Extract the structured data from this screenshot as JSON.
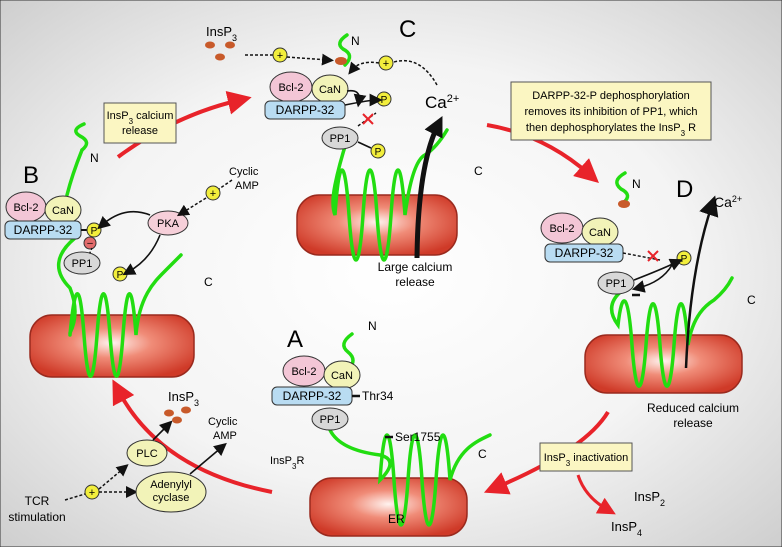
{
  "panels": {
    "a": "A",
    "b": "B",
    "c": "C",
    "d": "D"
  },
  "molecules": {
    "bcl2": "Bcl-2",
    "can": "CaN",
    "darpp32": "DARPP-32",
    "pp1": "PP1",
    "p": "P",
    "plus": "+",
    "minus": "–",
    "pka": "PKA",
    "plc": "PLC",
    "adenylyl_line1": "Adenylyl",
    "adenylyl_line2": "cyclase"
  },
  "labels": {
    "n": "N",
    "c": "C",
    "thr34": "Thr34",
    "ser1755": "Ser1755",
    "insp3r_prefix": "InsP",
    "insp3r_sub": "3",
    "insp3r_suffix": "R",
    "er": "ER",
    "insp3_prefix": "InsP",
    "insp3_sub": "3",
    "cyclic_amp_line1": "Cyclic",
    "cyclic_amp_line2": "AMP",
    "ca_base": "Ca",
    "ca_sup": "2+",
    "tcr_line1": "TCR",
    "tcr_line2": "stimulation",
    "large_release_line1": "Large calcium",
    "large_release_line2": "release",
    "reduced_release_line1": "Reduced calcium",
    "reduced_release_line2": "release",
    "insp2_prefix": "InsP",
    "insp2_sub": "2",
    "insp4_prefix": "InsP",
    "insp4_sub": "4"
  },
  "boxes": {
    "release_line1_prefix": "InsP",
    "release_line1_sub": "3",
    "release_line1_suffix": " calcium",
    "release_line2": "release",
    "darpp_line1": "DARPP-32-P dephosphorylation",
    "darpp_line2": "removes its inhibition of PP1, which",
    "darpp_line3_prefix": "then dephosphorylates the InsP",
    "darpp_line3_sub": "3",
    "darpp_line3_suffix": " R",
    "inactivation_prefix": "InsP",
    "inactivation_sub": "3",
    "inactivation_suffix": " inactivation"
  },
  "colors": {
    "cycle_arrow": "#e8232a",
    "membrane_loop": "#22dd11",
    "er_body": "#e0483a",
    "bcl2_fill": "#f3c6d6",
    "can_fill": "#f2f3b8",
    "darpp_fill": "#b9dcf2",
    "pp1_fill": "#d8d8d8",
    "p_fill": "#f2ee3c",
    "pka_fill": "#f6cfd9",
    "insp3_dot": "#c85a2a",
    "box_fill": "#fbf6c2",
    "inhibit_x": "#e8232a"
  }
}
